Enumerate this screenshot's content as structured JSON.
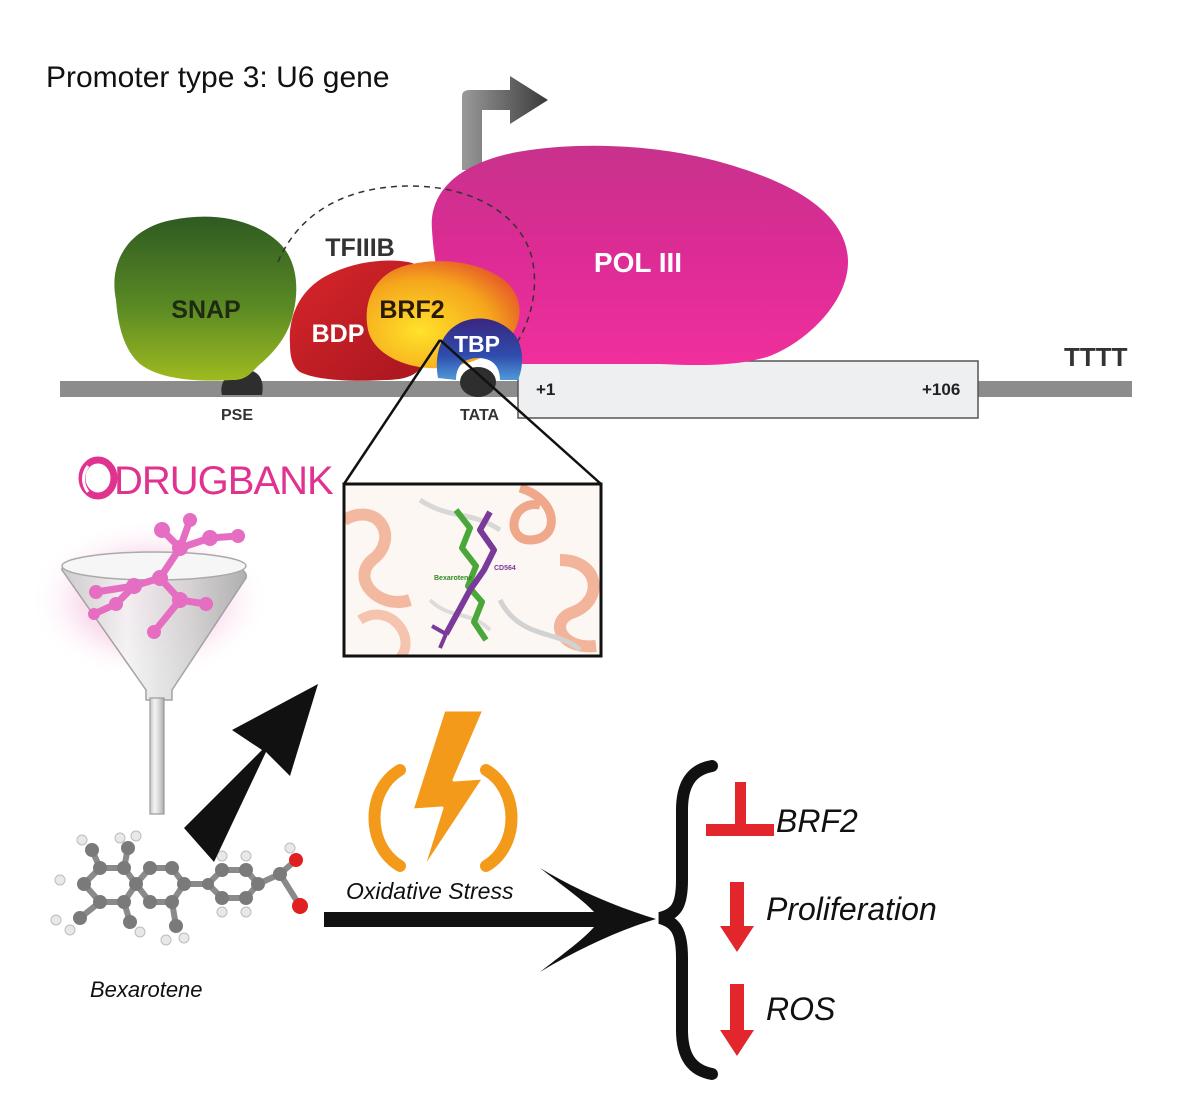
{
  "title": "Promoter type 3: U6 gene",
  "proteins": {
    "snap": "SNAP",
    "tfiiib": "TFIIIB",
    "bdp": "BDP",
    "brf2": "BRF2",
    "tbp": "TBP",
    "pol3": "POL III"
  },
  "dna": {
    "pse": "PSE",
    "tata": "TATA",
    "start": "+1",
    "end": "+106",
    "terminator": "TTTT"
  },
  "drugbank": {
    "logo_text": "DRUGBANK"
  },
  "docking": {
    "ligand_a": "Bexarotene",
    "ligand_b": "CD564"
  },
  "compound": "Bexarotene",
  "stress_label": "Oxidative Stress",
  "effects": [
    {
      "label": "BRF2",
      "symbol": "inhibit"
    },
    {
      "label": "Proliferation",
      "symbol": "decrease"
    },
    {
      "label": "ROS",
      "symbol": "decrease"
    }
  ],
  "colors": {
    "snap": "#4d7a22",
    "bdp": "#c8202a",
    "brf2": "#f2b21c",
    "tbp": "#3a2f8f",
    "pol3": "#e0338f",
    "dna": "#8c8c8c",
    "drugbank": "#e0338f",
    "effect_red": "#e2262b",
    "bolt": "#f39a1a"
  }
}
